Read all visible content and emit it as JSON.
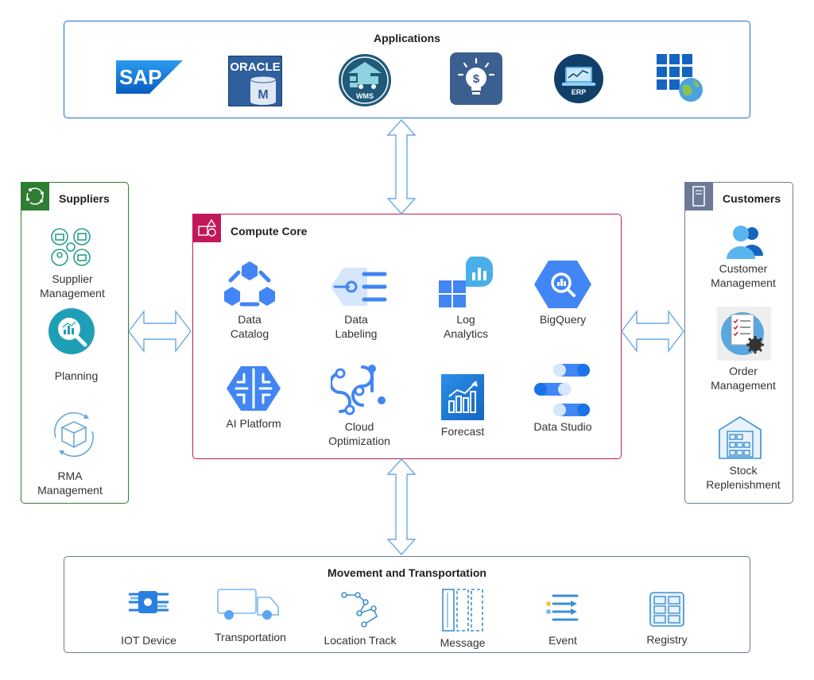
{
  "applications": {
    "title": "Applications",
    "logos": [
      {
        "name": "sap-logo",
        "text": "SAP"
      },
      {
        "name": "oracle-logo",
        "text": "ORACLE",
        "sub": "M"
      },
      {
        "name": "wms-logo",
        "text": "WMS"
      },
      {
        "name": "finance-idea-logo",
        "text": "$"
      },
      {
        "name": "erp-logo",
        "text": "ERP"
      },
      {
        "name": "web-apps-logo",
        "text": ""
      }
    ]
  },
  "suppliers": {
    "title": "Suppliers",
    "items": [
      {
        "label": "Supplier Management",
        "icon": "supplier-network-icon"
      },
      {
        "label": "Planning",
        "icon": "planning-chart-icon"
      },
      {
        "label": "RMA Management",
        "icon": "returns-box-icon"
      }
    ]
  },
  "compute_core": {
    "title": "Compute Core",
    "items": [
      {
        "label": "Data Catalog",
        "icon": "data-catalog-icon"
      },
      {
        "label": "Data Labeling",
        "icon": "data-labeling-icon"
      },
      {
        "label": "Log Analytics",
        "icon": "log-analytics-icon"
      },
      {
        "label": "BigQuery",
        "icon": "bigquery-icon"
      },
      {
        "label": "AI Platform",
        "icon": "ai-platform-icon"
      },
      {
        "label": "Cloud Optimization",
        "icon": "cloud-optimization-icon"
      },
      {
        "label": "Forecast",
        "icon": "forecast-icon"
      },
      {
        "label": "Data Studio",
        "icon": "data-studio-icon"
      }
    ]
  },
  "customers": {
    "title": "Customers",
    "items": [
      {
        "label": "Customer Management",
        "icon": "customer-users-icon"
      },
      {
        "label": "Order Management",
        "icon": "order-document-icon"
      },
      {
        "label": "Stock Replenishment",
        "icon": "warehouse-icon"
      }
    ]
  },
  "movement": {
    "title": "Movement and Transportation",
    "items": [
      {
        "label": "IOT Device",
        "icon": "iot-device-icon"
      },
      {
        "label": "Transportation",
        "icon": "truck-icon"
      },
      {
        "label": "Location Track",
        "icon": "location-track-icon"
      },
      {
        "label": "Message",
        "icon": "message-queue-icon"
      },
      {
        "label": "Event",
        "icon": "event-icon"
      },
      {
        "label": "Registry",
        "icon": "registry-icon"
      }
    ]
  },
  "colors": {
    "applications_border": "#1a73c8",
    "suppliers_border": "#2e7d32",
    "compute_border": "#c2185b",
    "customers_border": "#6c7a96",
    "movement_border": "#6c7a96",
    "connector": "#6aa8e8",
    "google_blue": "#4285f4"
  }
}
